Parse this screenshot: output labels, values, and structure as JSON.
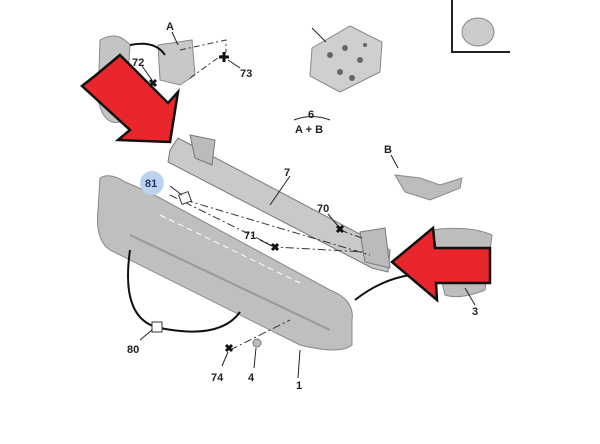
{
  "diagram": {
    "labels": {
      "a": "A",
      "b": "B",
      "p72": "72",
      "p73": "73",
      "p6": "6",
      "ab": "A + B",
      "p7": "7",
      "p81": "81",
      "p70": "70",
      "p71": "71",
      "p3": "3",
      "p80": "80",
      "p74": "74",
      "p4": "4",
      "p1": "1"
    },
    "colors": {
      "arrow": "#e8262b",
      "part": "#b9b9b9",
      "highlight": "#bcd3f0"
    }
  }
}
